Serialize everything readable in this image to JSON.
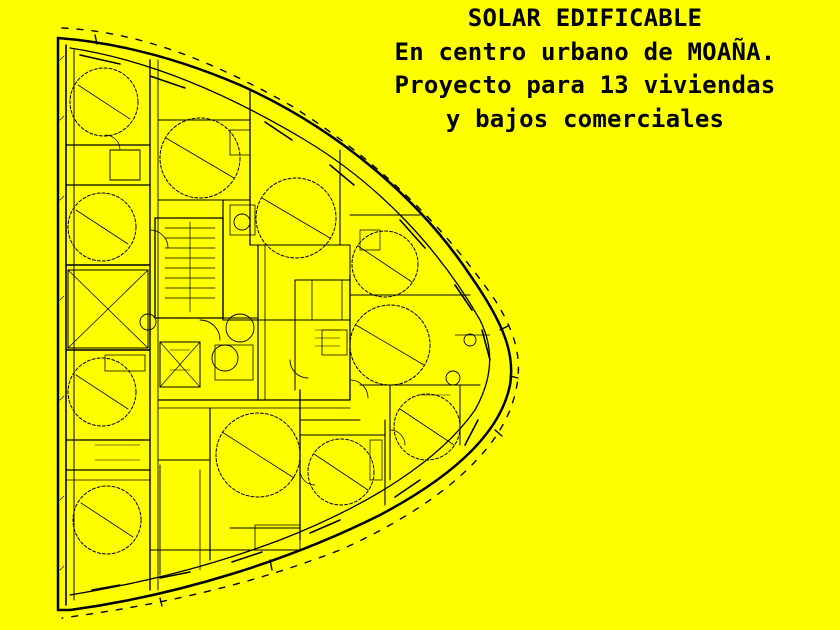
{
  "listing": {
    "title_lines": [
      "SOLAR EDIFICABLE",
      "En centro urbano de MOAÑA.",
      "Proyecto para 13 viviendas",
      "y bajos comerciales"
    ]
  },
  "plan": {
    "background_color": "#ffff00",
    "line_color": "#000000"
  }
}
